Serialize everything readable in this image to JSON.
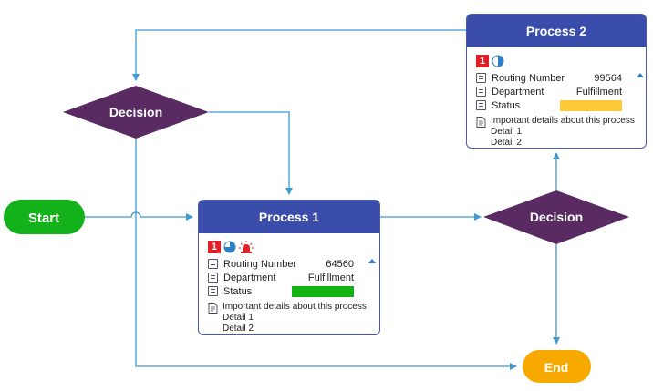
{
  "colors": {
    "connector": "#3b9bd6",
    "start": "#13b21b",
    "end": "#f8a900",
    "decision": "#5a2a63",
    "process_header": "#3a4daa",
    "status_green": "#12b312",
    "status_yellow": "#fdc93a"
  },
  "start": {
    "label": "Start"
  },
  "end": {
    "label": "End"
  },
  "decision_top": {
    "label": "Decision"
  },
  "decision_right": {
    "label": "Decision"
  },
  "process1": {
    "title": "Process 1",
    "badge": "1",
    "icons": [
      "priority-1-icon",
      "progress-pie-icon",
      "alarm-light-icon"
    ],
    "routing_label": "Routing Number",
    "routing_value": "64560",
    "department_label": "Department",
    "department_value": "Fulfillment",
    "status_label": "Status",
    "status_color": "#12b312",
    "details_heading": "Important details about this process",
    "detail_1": "Detail 1",
    "detail_2": "Detail 2"
  },
  "process2": {
    "title": "Process 2",
    "badge": "1",
    "icons": [
      "priority-1-icon",
      "progress-pie-icon"
    ],
    "routing_label": "Routing Number",
    "routing_value": "99564",
    "department_label": "Department",
    "department_value": "Fulfillment",
    "status_label": "Status",
    "status_color": "#fdc93a",
    "details_heading": "Important details about this process",
    "detail_1": "Detail 1",
    "detail_2": "Detail 2"
  }
}
